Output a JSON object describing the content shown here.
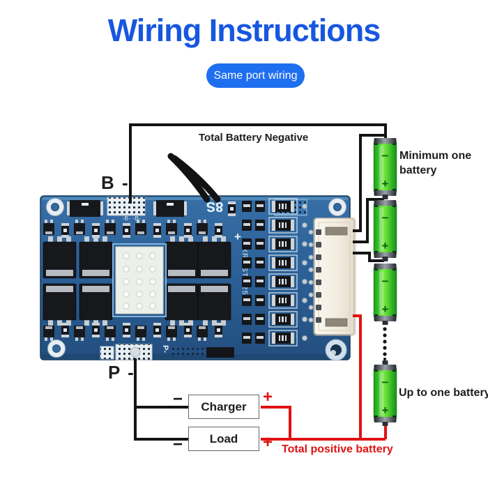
{
  "title": "Wiring Instructions",
  "badge": {
    "label": "Same port wiring"
  },
  "wiring": {
    "total_battery_negative": "Total Battery Negative",
    "b_minus_label": "B -",
    "p_minus_label": "P -",
    "charger_label": "Charger",
    "load_label": "Load",
    "total_positive_battery": "Total positive battery",
    "minimum_one_battery": "Minimum one battery",
    "up_to_one_battery": "Up to one battery",
    "minus_sign": "−",
    "plus_sign": "+"
  },
  "board": {
    "series_label": "8S",
    "model_label": "XR-8STL-25A",
    "silk_b": "-B-  -B-",
    "silk_p": "P-",
    "silk_plus": "+"
  },
  "battery": {
    "neg": "−",
    "pos": "+",
    "count": 4
  },
  "colors": {
    "title_blue": "#1757e0",
    "badge_blue": "#1e6ef0",
    "wire_black": "#141414",
    "wire_red": "#e01212",
    "battery_green": "#4ecb2d",
    "pcb_blue": "#2c639b"
  }
}
